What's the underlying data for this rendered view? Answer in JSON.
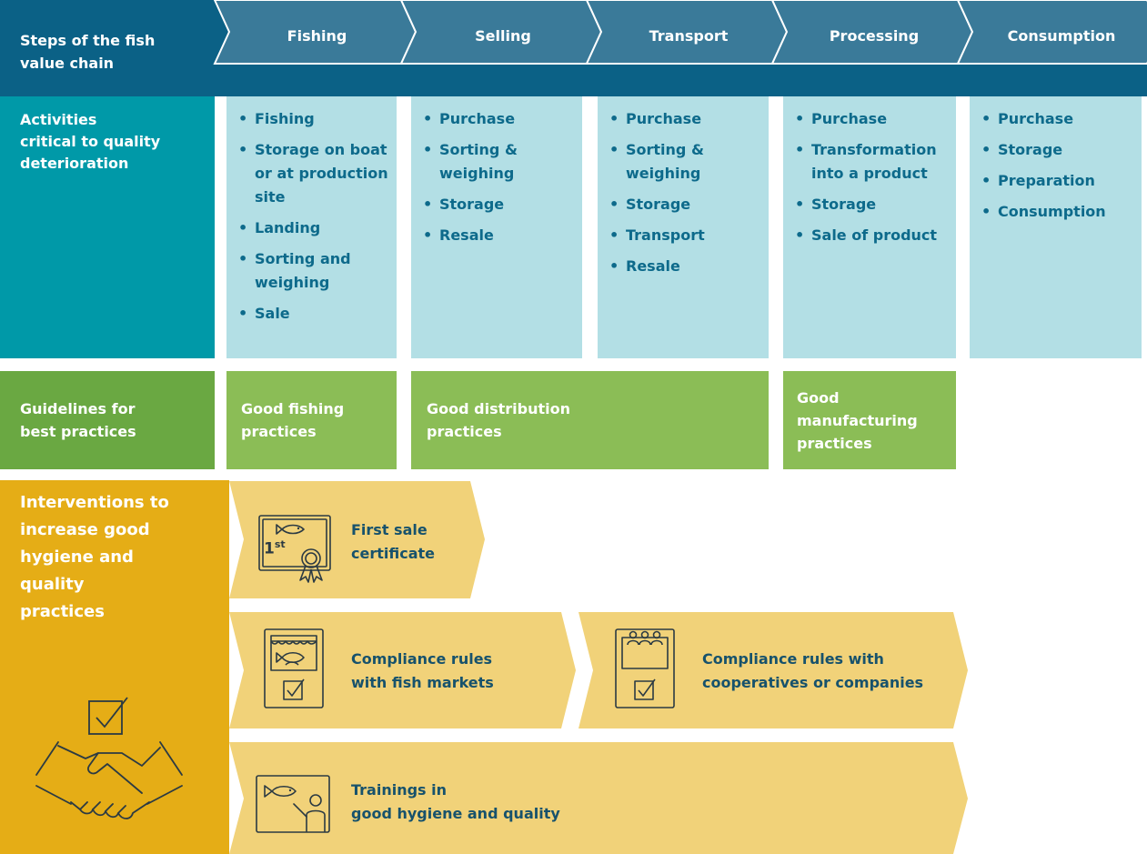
{
  "colors": {
    "header_dark": "#0b6186",
    "header_mid": "#3a7a99",
    "activities_lead": "#0099a8",
    "activities_fill": "#b3dfe5",
    "activities_text": "#0d6a8b",
    "guidelines_lead": "#6aa842",
    "guidelines_fill": "#8bbd56",
    "interventions_lead": "#e5ad16",
    "interventions_fill": "#f1d279",
    "interventions_text": "#17526c"
  },
  "header": {
    "title": "Steps of the fish value chain",
    "title_lines": [
      "Steps of the fish",
      "value chain"
    ],
    "steps": [
      "Fishing",
      "Selling",
      "Transport",
      "Processing",
      "Consumption"
    ]
  },
  "activities": {
    "label": "Activities critical to quality deterioration",
    "label_lines": [
      "Activities",
      "critical to quality",
      "deterioration"
    ],
    "columns": [
      {
        "step": "Fishing",
        "items": [
          "Fishing",
          "Storage on boat or at production site",
          "Landing",
          "Sorting and weighing",
          "Sale"
        ]
      },
      {
        "step": "Selling",
        "items": [
          "Purchase",
          "Sorting & weighing",
          "Storage",
          "Resale"
        ]
      },
      {
        "step": "Transport",
        "items": [
          "Purchase",
          "Sorting & weighing",
          "Storage",
          "Transport",
          "Resale"
        ]
      },
      {
        "step": "Processing",
        "items": [
          "Purchase",
          "Transformation into a product",
          "Storage",
          "Sale of product"
        ]
      },
      {
        "step": "Consumption",
        "items": [
          "Purchase",
          "Storage",
          "Preparation",
          "Consumption"
        ]
      }
    ]
  },
  "guidelines": {
    "label": "Guidelines for best practices",
    "label_lines": [
      "Guidelines for",
      "best practices"
    ],
    "items": [
      {
        "lines": [
          "Good fishing",
          "practices"
        ]
      },
      {
        "lines": [
          "Good distribution",
          "practices"
        ]
      },
      {
        "lines": [
          "Good",
          "manufacturing",
          "practices"
        ]
      }
    ]
  },
  "interventions": {
    "label": "Interventions to increase good hygiene and quality practices",
    "label_lines": [
      "Interventions to",
      "increase good",
      "hygiene and quality",
      "practices"
    ],
    "lead_icons": [
      "checkbox-icon",
      "handshake-icon"
    ],
    "items": [
      {
        "lines": [
          "First sale",
          "certificate"
        ],
        "icon": "first-sale-certificate-icon",
        "superscript": "st",
        "numeral": "1"
      },
      {
        "lines": [
          "Compliance rules",
          "with fish markets"
        ],
        "icon": "fish-market-checklist-icon"
      },
      {
        "lines": [
          "Compliance rules with",
          "cooperatives or companies"
        ],
        "icon": "cooperative-checklist-icon"
      },
      {
        "lines": [
          "Trainings in",
          "good hygiene and quality"
        ],
        "icon": "fish-training-board-icon"
      }
    ]
  }
}
